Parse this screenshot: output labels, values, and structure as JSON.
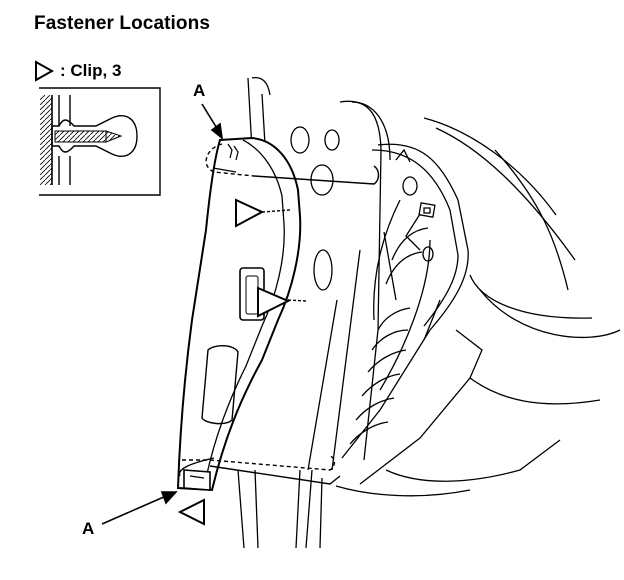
{
  "title": "Fastener Locations",
  "legend": {
    "symbol": "triangle-clip-icon",
    "label": ": Clip, 3"
  },
  "callouts": {
    "top": "A",
    "bottom": "A"
  },
  "colors": {
    "line": "#000000",
    "background": "#ffffff"
  }
}
